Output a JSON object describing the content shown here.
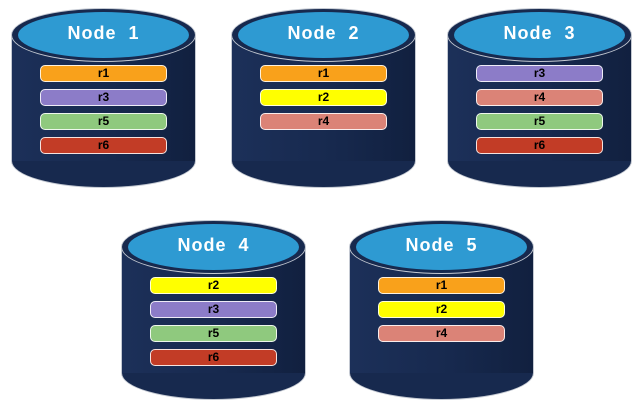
{
  "palette": {
    "body_navy": "#17294E",
    "top_blue": "#2E9AD2",
    "cylinder_outline": "#C4C9D2",
    "title_text": "#FFFFFF",
    "bar_text": "#000000",
    "replica_colors": {
      "r1": "#F9A11B",
      "r2": "#FFFF00",
      "r3": "#8C7CC8",
      "r4": "#DB8377",
      "r5": "#8FC97E",
      "r6": "#C23C26"
    }
  },
  "nodes": [
    {
      "label": "Node  1",
      "replicas": [
        "r1",
        "r3",
        "r5",
        "r6"
      ]
    },
    {
      "label": "Node  2",
      "replicas": [
        "r1",
        "r2",
        "r4"
      ]
    },
    {
      "label": "Node  3",
      "replicas": [
        "r3",
        "r4",
        "r5",
        "r6"
      ]
    },
    {
      "label": "Node  4",
      "replicas": [
        "r2",
        "r3",
        "r5",
        "r6"
      ]
    },
    {
      "label": "Node  5",
      "replicas": [
        "r1",
        "r2",
        "r4"
      ]
    }
  ]
}
